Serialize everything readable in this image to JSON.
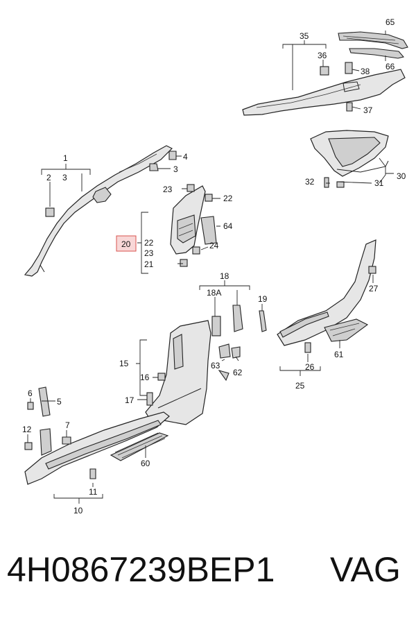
{
  "highlighted_callout": "20",
  "callouts": {
    "c1": "1",
    "c2": "2",
    "c3a": "3",
    "c3b": "3",
    "c4": "4",
    "c5": "5",
    "c6": "6",
    "c7": "7",
    "c10": "10",
    "c11": "11",
    "c12": "12",
    "c15": "15",
    "c16": "16",
    "c17": "17",
    "c18": "18",
    "c18a": "18A",
    "c19": "19",
    "c20": "20",
    "c21": "21",
    "c22a": "22",
    "c22b": "22",
    "c23a": "23",
    "c23b": "23",
    "c24": "24",
    "c25": "25",
    "c26": "26",
    "c27": "27",
    "c30": "30",
    "c31": "31",
    "c32": "32",
    "c35": "35",
    "c36": "36",
    "c37": "37",
    "c38": "38",
    "c60": "60",
    "c61": "61",
    "c62": "62",
    "c63": "63",
    "c64": "64",
    "c65": "65",
    "c66": "66"
  },
  "footer": {
    "part_number": "4H0867239BEP1",
    "brand": "VAG"
  },
  "colors": {
    "highlight_border": "#d9534f",
    "highlight_fill": "#f8d7d7"
  }
}
